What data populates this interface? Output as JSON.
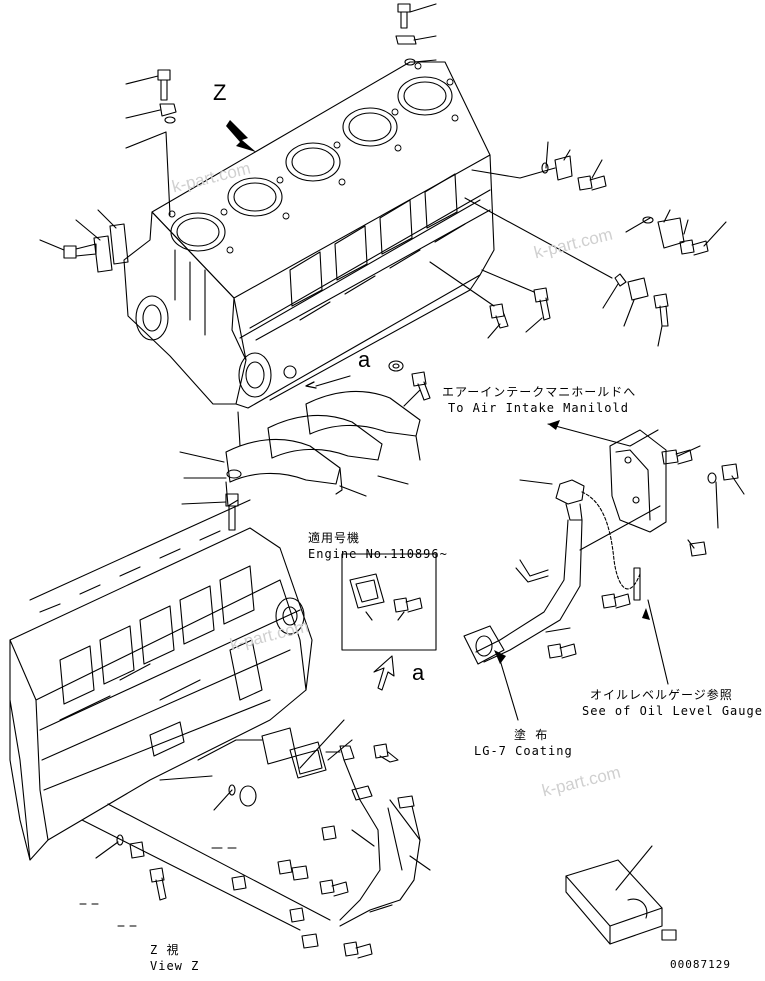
{
  "labels": {
    "view_letter": "Z",
    "ref_a_top": "a",
    "ref_a_mid": "a",
    "air_intake_jp": "エアーインテークマニホールドへ",
    "air_intake_en": "To Air Intake Manilold",
    "engine_no_jp": "適用号機",
    "engine_no_en": "Engine No.110896~",
    "oil_level_jp": "オイルレベルゲージ参照",
    "oil_level_en": "See of Oil Level Gauge",
    "coating_jp": "塗 布",
    "coating_en": "LG-7 Coating",
    "view_z_jp": "Z  視",
    "view_z_en": "View Z",
    "drawing_number": "00087129"
  },
  "watermarks": [
    "k-part.com",
    "k-part.com",
    "k-part.com",
    "k-part.com"
  ]
}
